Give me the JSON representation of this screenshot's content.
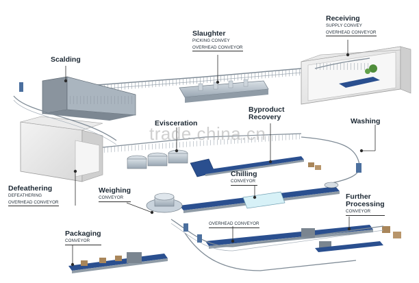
{
  "stations": {
    "receiving": {
      "title": "Receiving",
      "sub1": "SUPPLY CONVEY",
      "sub2": "OVERHEAD CONVEYOR"
    },
    "slaughter": {
      "title": "Slaughter",
      "sub1": "PICKING CONVEY",
      "sub2": "OVERHEAD CONVEYOR"
    },
    "scalding": {
      "title": "Scalding"
    },
    "evisceration": {
      "title": "Evisceration"
    },
    "byproduct": {
      "title1": "Byproduct",
      "title2": "Recovery"
    },
    "washing": {
      "title": "Washing"
    },
    "defeathering": {
      "title": "Defeathering",
      "sub1": "DEFEATHERING",
      "sub2": "OVERHEAD CONVEYOR"
    },
    "chilling": {
      "title": "Chilling",
      "sub1": "CONVEYOR"
    },
    "weighing": {
      "title": "Weighing",
      "sub1": "CONVEYOR"
    },
    "further_processing": {
      "title1": "Further",
      "title2": "Processing",
      "sub1": "CONVEYOR"
    },
    "overhead": {
      "sub1": "OVERHEAD CONVEYOR"
    },
    "packaging": {
      "title": "Packaging",
      "sub1": "CONVEYOR"
    }
  },
  "watermark": "trade.china.cn",
  "colors": {
    "belt": "#2a4f8f",
    "machine": "#b9c4cf",
    "rail": "#7f8b96",
    "box": "#a9865a",
    "label": "#1c2833"
  }
}
